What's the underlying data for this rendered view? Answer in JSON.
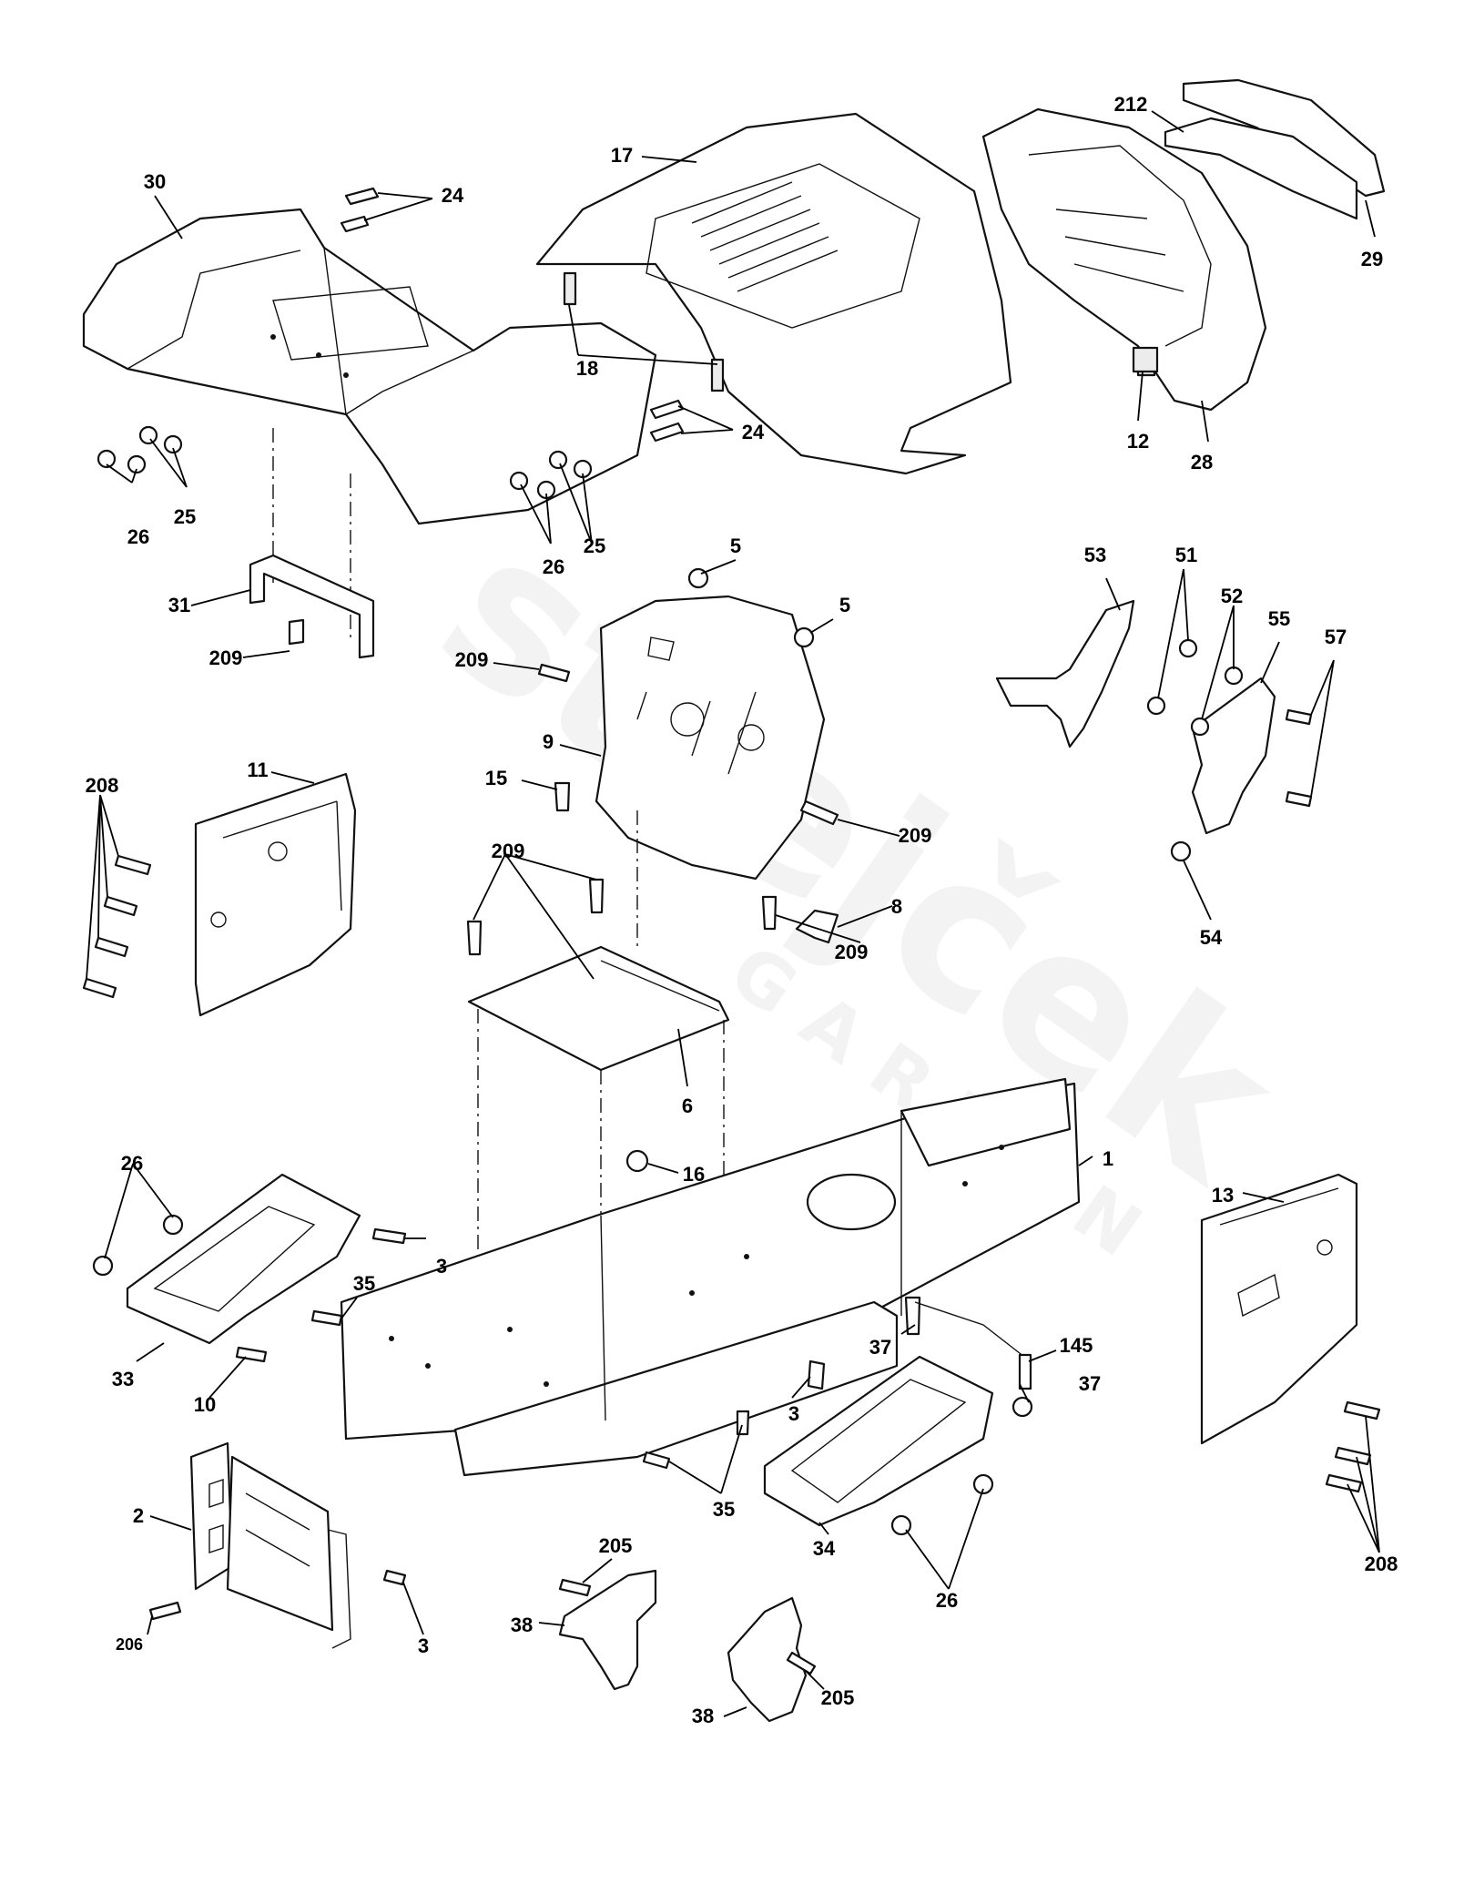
{
  "callouts": [
    {
      "id": "c-30",
      "text": "30"
    },
    {
      "id": "c-24a",
      "text": "24"
    },
    {
      "id": "c-17",
      "text": "17"
    },
    {
      "id": "c-212",
      "text": "212"
    },
    {
      "id": "c-29",
      "text": "29"
    },
    {
      "id": "c-18",
      "text": "18"
    },
    {
      "id": "c-24b",
      "text": "24"
    },
    {
      "id": "c-12",
      "text": "12"
    },
    {
      "id": "c-28",
      "text": "28"
    },
    {
      "id": "c-26a",
      "text": "26"
    },
    {
      "id": "c-25a",
      "text": "25"
    },
    {
      "id": "c-26b",
      "text": "26"
    },
    {
      "id": "c-25b",
      "text": "25"
    },
    {
      "id": "c-5a",
      "text": "5"
    },
    {
      "id": "c-5b",
      "text": "5"
    },
    {
      "id": "c-53",
      "text": "53"
    },
    {
      "id": "c-51",
      "text": "51"
    },
    {
      "id": "c-52",
      "text": "52"
    },
    {
      "id": "c-55",
      "text": "55"
    },
    {
      "id": "c-57",
      "text": "57"
    },
    {
      "id": "c-31",
      "text": "31"
    },
    {
      "id": "c-209a",
      "text": "209"
    },
    {
      "id": "c-209b",
      "text": "209"
    },
    {
      "id": "c-9",
      "text": "9"
    },
    {
      "id": "c-15",
      "text": "15"
    },
    {
      "id": "c-209c",
      "text": "209"
    },
    {
      "id": "c-208a",
      "text": "208"
    },
    {
      "id": "c-11",
      "text": "11"
    },
    {
      "id": "c-54",
      "text": "54"
    },
    {
      "id": "c-209d",
      "text": "209"
    },
    {
      "id": "c-8",
      "text": "8"
    },
    {
      "id": "c-209e",
      "text": "209"
    },
    {
      "id": "c-6",
      "text": "6"
    },
    {
      "id": "c-16",
      "text": "16"
    },
    {
      "id": "c-1",
      "text": "1"
    },
    {
      "id": "c-26c",
      "text": "26"
    },
    {
      "id": "c-3a",
      "text": "3"
    },
    {
      "id": "c-35a",
      "text": "35"
    },
    {
      "id": "c-13",
      "text": "13"
    },
    {
      "id": "c-33",
      "text": "33"
    },
    {
      "id": "c-10",
      "text": "10"
    },
    {
      "id": "c-37a",
      "text": "37"
    },
    {
      "id": "c-145",
      "text": "145"
    },
    {
      "id": "c-37b",
      "text": "37"
    },
    {
      "id": "c-3b",
      "text": "3"
    },
    {
      "id": "c-35b",
      "text": "35"
    },
    {
      "id": "c-2",
      "text": "2"
    },
    {
      "id": "c-34",
      "text": "34"
    },
    {
      "id": "c-205a",
      "text": "205"
    },
    {
      "id": "c-26d",
      "text": "26"
    },
    {
      "id": "c-208b",
      "text": "208"
    },
    {
      "id": "c-38a",
      "text": "38"
    },
    {
      "id": "c-3c",
      "text": "3"
    },
    {
      "id": "c-206",
      "text": "206"
    },
    {
      "id": "c-205b",
      "text": "205"
    },
    {
      "id": "c-38b",
      "text": "38"
    }
  ],
  "watermark": {
    "brand": "strejček",
    "sub": "GARDEN"
  }
}
